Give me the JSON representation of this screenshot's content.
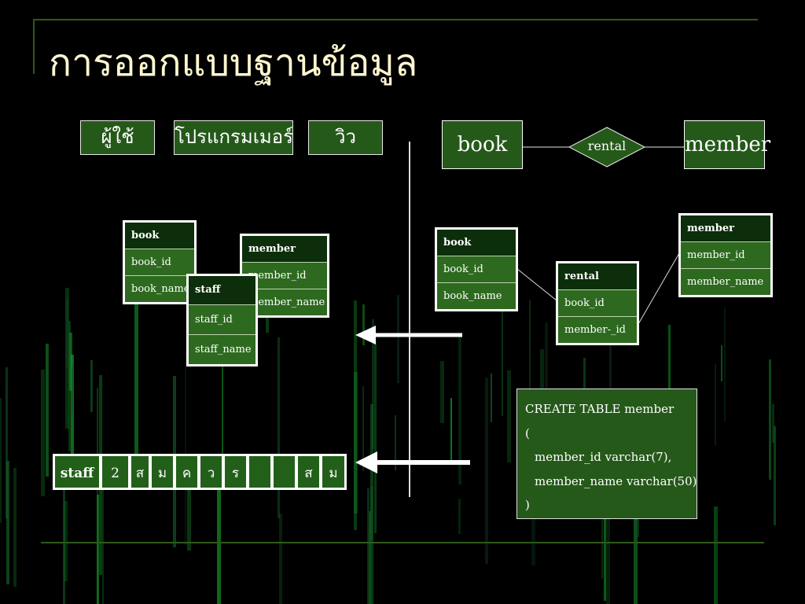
{
  "slide": {
    "title": "การออกแบบฐานข้อมูล"
  },
  "levels": [
    {
      "label": "ผู้ใช้"
    },
    {
      "label": "โปรแกรมเมอร์"
    },
    {
      "label": "วิว"
    }
  ],
  "er": {
    "entity_left": "book",
    "relationship": "rental",
    "entity_right": "member"
  },
  "left_tables": {
    "book": {
      "header": "book",
      "rows": [
        "book_id",
        "book_name"
      ]
    },
    "member": {
      "header": "member",
      "rows": [
        "member_id",
        "member_name"
      ]
    },
    "staff": {
      "header": "staff",
      "rows": [
        "staff_id",
        "staff_name"
      ]
    }
  },
  "right_tables": {
    "book": {
      "header": "book",
      "rows": [
        "book_id",
        "book_name"
      ]
    },
    "rental": {
      "header": "rental",
      "rows": [
        "book_id",
        "member-_id"
      ]
    },
    "member": {
      "header": "member",
      "rows": [
        "member_id",
        "member_name"
      ]
    }
  },
  "sql": {
    "lines": [
      "CREATE TABLE member",
      "(",
      "member_id varchar(7),",
      "member_name varchar(50)",
      ")"
    ]
  },
  "record": {
    "cells": [
      "staff",
      "2",
      "ส",
      "ม",
      "ค",
      "ว",
      "ร",
      "",
      "",
      "ส",
      "ม"
    ]
  },
  "colors": {
    "background": "#000000",
    "box_green": "#25591a",
    "header_dark": "#0c2e0a",
    "title": "#fff6cf",
    "rule": "#2f5a1a"
  }
}
